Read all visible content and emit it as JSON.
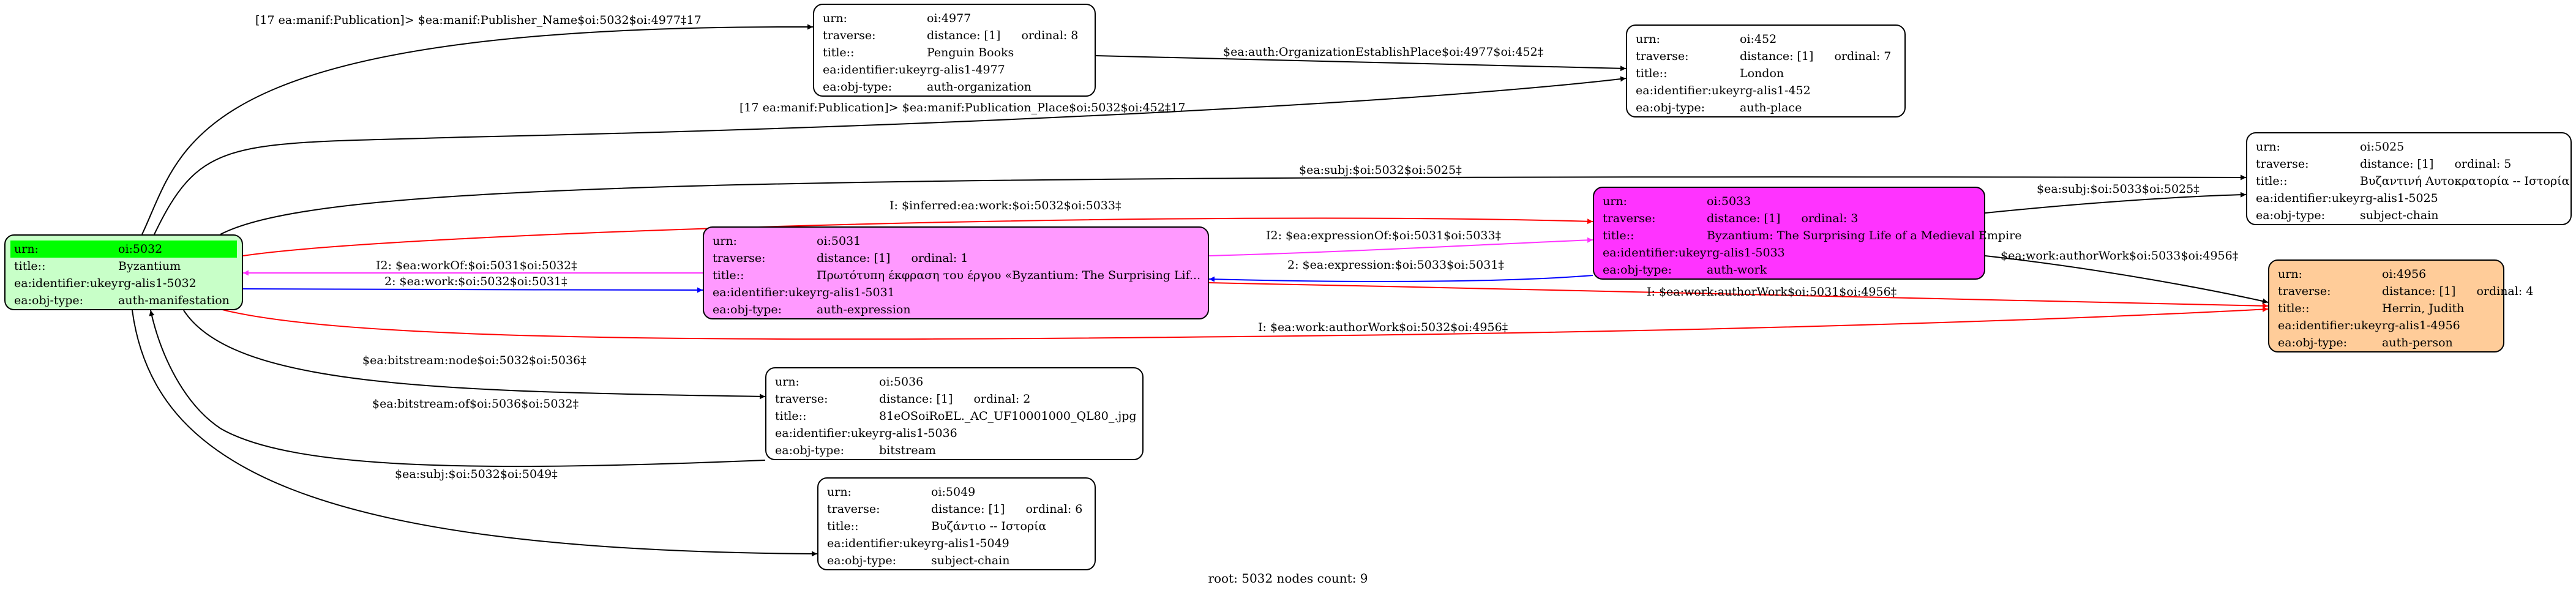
{
  "labels": {
    "urn": "urn:",
    "traverse": "traverse:",
    "title": "title::",
    "ukey": "ea:identifier:ukey",
    "objtype": "ea:obj-type:",
    "distance_prefix": "distance: [1]",
    "ordinal_prefix": "ordinal: "
  },
  "colors": {
    "root_fill": "#c8ffc8",
    "root_urn_highlight": "#00ff00",
    "expression_fill": "#ff99ff",
    "work_fill": "#ff33ff",
    "person_fill": "#ffcc99",
    "default_fill": "#ffffff",
    "edge_black": "#000000",
    "edge_red": "#ff0000",
    "edge_blue": "#0000ff",
    "edge_magenta": "#ff33ff"
  },
  "nodes": {
    "n5032": {
      "urn": "oi:5032",
      "title": "Byzantium",
      "ukey": "rg-alis1-5032",
      "objtype": "auth-manifestation"
    },
    "n4977": {
      "urn": "oi:4977",
      "ordinal": "8",
      "title": "Penguin Books",
      "ukey": "rg-alis1-4977",
      "objtype": "auth-organization"
    },
    "n452": {
      "urn": "oi:452",
      "ordinal": "7",
      "title": "London",
      "ukey": "rg-alis1-452",
      "objtype": "auth-place"
    },
    "n5025": {
      "urn": "oi:5025",
      "ordinal": "5",
      "title": "Βυζαντινή Αυτοκρατορία -- Ιστορία",
      "ukey": "rg-alis1-5025",
      "objtype": "subject-chain"
    },
    "n5033": {
      "urn": "oi:5033",
      "ordinal": "3",
      "title": "Byzantium: The Surprising Life of a Medieval Empire",
      "ukey": "rg-alis1-5033",
      "objtype": "auth-work"
    },
    "n5031": {
      "urn": "oi:5031",
      "ordinal": "1",
      "title": "Πρωτότυπη έκφραση του έργου «Byzantium: The Surprising Lif...",
      "ukey": "rg-alis1-5031",
      "objtype": "auth-expression"
    },
    "n4956": {
      "urn": "oi:4956",
      "ordinal": "4",
      "title": "Herrin, Judith",
      "ukey": "rg-alis1-4956",
      "objtype": "auth-person"
    },
    "n5036": {
      "urn": "oi:5036",
      "ordinal": "2",
      "title": "81eOSoiRoEL._AC_UF10001000_QL80_.jpg",
      "ukey": "rg-alis1-5036",
      "objtype": "bitstream"
    },
    "n5049": {
      "urn": "oi:5049",
      "ordinal": "6",
      "title": "Βυζάντιο -- Ιστορία",
      "ukey": "rg-alis1-5049",
      "objtype": "subject-chain"
    }
  },
  "edges": [
    {
      "label": "[17 ea:manif:Publication]> $ea:manif:Publisher_Name$oi:5032$oi:4977‡17",
      "color": "black"
    },
    {
      "label": "$ea:auth:OrganizationEstablishPlace$oi:4977$oi:452‡",
      "color": "black"
    },
    {
      "label": "[17 ea:manif:Publication]> $ea:manif:Publication_Place$oi:5032$oi:452‡17",
      "color": "black"
    },
    {
      "label": "$ea:subj:$oi:5032$oi:5025‡",
      "color": "black"
    },
    {
      "label": "I: $inferred:ea:work:$oi:5032$oi:5033‡",
      "color": "red"
    },
    {
      "label": "$ea:subj:$oi:5033$oi:5025‡",
      "color": "black"
    },
    {
      "label": "I2: $ea:workOf:$oi:5031$oi:5032‡",
      "color": "magenta"
    },
    {
      "label": "2: $ea:work:$oi:5032$oi:5031‡",
      "color": "blue"
    },
    {
      "label": "I2: $ea:expressionOf:$oi:5031$oi:5033‡",
      "color": "magenta"
    },
    {
      "label": "2: $ea:expression:$oi:5033$oi:5031‡",
      "color": "blue"
    },
    {
      "label": "$ea:work:authorWork$oi:5033$oi:4956‡",
      "color": "black"
    },
    {
      "label": "I: $ea:work:authorWork$oi:5031$oi:4956‡",
      "color": "red"
    },
    {
      "label": "I: $ea:work:authorWork$oi:5032$oi:4956‡",
      "color": "red"
    },
    {
      "label": "$ea:bitstream:node$oi:5032$oi:5036‡",
      "color": "black"
    },
    {
      "label": "$ea:bitstream:of$oi:5036$oi:5032‡",
      "color": "black"
    },
    {
      "label": "$ea:subj:$oi:5032$oi:5049‡",
      "color": "black"
    }
  ],
  "caption": "root: 5032 nodes count: 9"
}
